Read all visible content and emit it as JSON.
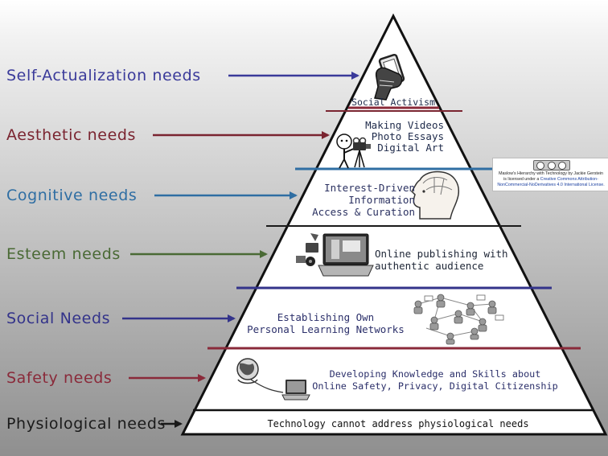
{
  "diagram": {
    "levels": [
      {
        "need": "Self-Actualization needs",
        "color": "#3a3a9a",
        "band_text": [
          "Social Activism"
        ],
        "icon": "raised-fist-phone-icon"
      },
      {
        "need": "Aesthetic needs",
        "color": "#7a2430",
        "band_text": [
          "Making Videos",
          "Photo Essays",
          "Digital Art"
        ],
        "icon": "camera-operator-icon"
      },
      {
        "need": "Cognitive needs",
        "color": "#2f6ea3",
        "band_text": [
          "Interest-Driven",
          "Information",
          "Access & Curation"
        ],
        "icon": "brain-head-icon"
      },
      {
        "need": "Esteem needs",
        "color": "#4a6a35",
        "band_text": [
          "Online publishing with",
          "authentic audience"
        ],
        "icon": "laptop-media-icon"
      },
      {
        "need": "Social Needs",
        "color": "#33338a",
        "band_text": [
          "Establishing Own",
          "Personal Learning Networks"
        ],
        "icon": "network-people-icon"
      },
      {
        "need": "Safety needs",
        "color": "#8a2a3a",
        "band_text": [
          "Developing Knowledge and Skills about",
          "Online Safety, Privacy, Digital Citizenship"
        ],
        "icon": "globe-laptop-icon"
      },
      {
        "need": "Physiological needs",
        "color": "#1a1a1a",
        "band_text": [
          "Technology cannot address physiological needs"
        ],
        "icon": ""
      }
    ],
    "license": {
      "badge": "cc-by-nc-nd-badge-icon",
      "line1": "Maslow's Hierarchy with Technology by Jackie Gerstein",
      "line2": "is licensed under a",
      "link1": "Creative Commons Attribution-",
      "link2": "NonCommercial-NoDerivatives 4.0 International License."
    }
  }
}
